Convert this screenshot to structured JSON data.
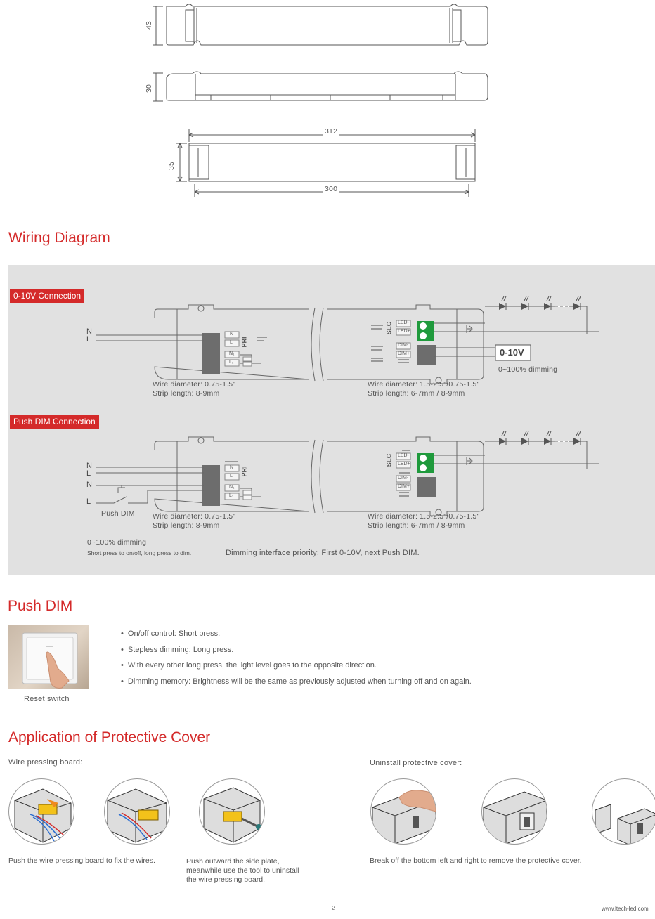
{
  "dimensions": {
    "height_top": "43",
    "height_side": "30",
    "width_overall": "312",
    "width_inner": "300",
    "height_bottom": "35"
  },
  "wiring": {
    "title": "Wiring Diagram",
    "zero_ten": {
      "tag": "0-10V Connection",
      "input_n": "N",
      "input_l": "L",
      "pri": "PRI",
      "term_n": "N",
      "term_l": "L",
      "term_n1": "N₁",
      "term_l1": "L₁",
      "sec": "SEC",
      "led_minus": "LED-",
      "led_plus": "LED+",
      "dim_minus": "DIM-",
      "dim_plus": "DIM+",
      "dim_box": "0-10V",
      "dim_range": "0~100% dimming",
      "wire_left_1": "Wire diameter: 0.75-1.5\"",
      "wire_left_2": "Strip length: 8-9mm",
      "wire_right_1": "Wire diameter: 1.5-2.5\"/0.75-1.5\"",
      "wire_right_2": "Strip length: 6-7mm / 8-9mm"
    },
    "push_dim": {
      "tag": "Push DIM Connection",
      "input_n": "N",
      "input_l": "L",
      "input_n2": "N",
      "input_l2": "L",
      "switch_label": "Push DIM",
      "pri": "PRI",
      "term_n": "N",
      "term_l": "L",
      "term_n1": "N₁",
      "term_l1": "L₁",
      "sec": "SEC",
      "led_minus": "LED-",
      "led_plus": "LED+",
      "dim_minus": "DIM-",
      "dim_plus": "DIM+",
      "wire_left_1": "Wire diameter: 0.75-1.5\"",
      "wire_left_2": "Strip length: 8-9mm",
      "wire_right_1": "Wire diameter: 1.5-2.5\"/0.75-1.5\"",
      "wire_right_2": "Strip length: 6-7mm / 8-9mm",
      "dim_range": "0~100% dimming",
      "note": "Short press to on/off, long press to dim.",
      "priority": "Dimming interface priority: First 0-10V, next Push DIM."
    }
  },
  "push_dim_section": {
    "title": "Push DIM",
    "photo_caption": "Reset switch",
    "bullets": [
      "On/off control: Short press.",
      "Stepless dimming: Long press.",
      "With every other long press, the light level goes to the opposite direction.",
      "Dimming memory: Brightness will be the same as previously adjusted when turning off and on again."
    ]
  },
  "protective_cover": {
    "title": "Application of Protective Cover",
    "wire_board_label": "Wire pressing board:",
    "uninstall_label": "Uninstall protective cover:",
    "caption_1": "Push the wire pressing board to fix the wires.",
    "caption_2_lines": [
      "Push outward the side plate,",
      "meanwhile use the tool to uninstall",
      "the wire pressing board."
    ],
    "caption_3": "Break off the bottom left and right to remove the protective cover."
  },
  "footer": {
    "page_number": "2",
    "website": "www.ltech-led.com"
  },
  "colors": {
    "accent_red": "#d42a2a",
    "panel_gray": "#e1e1e1",
    "terminal_green": "#1f9a3c",
    "terminal_gray": "#6d6d6d"
  }
}
